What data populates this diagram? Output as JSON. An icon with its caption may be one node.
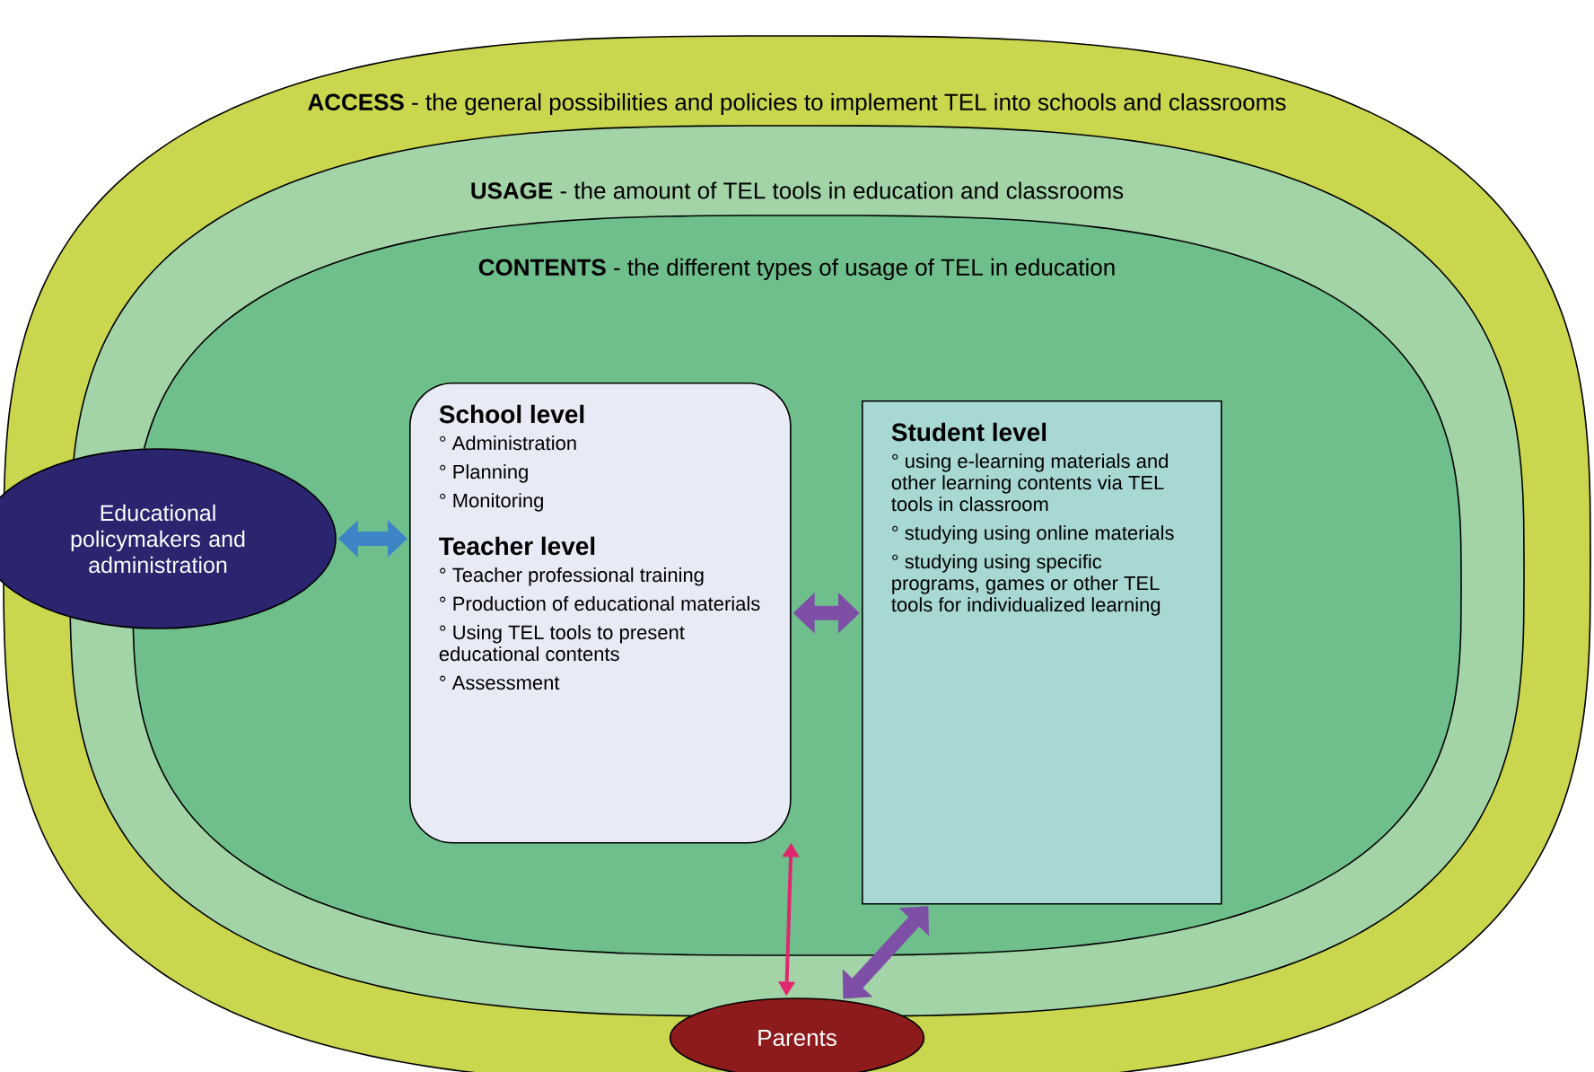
{
  "diagram": {
    "nodes": [
      {
        "text": [
          "**ACCESS** - the general possibilities and policies to implement TEL into schools and classrooms"
        ]
      },
      {
        "text": [
          "**USAGE** - the amount of TEL tools in education and classrooms"
        ],
        "in": 0
      },
      {
        "text": [
          "**CONTENTS** - the different types of usage of TEL in education"
        ],
        "in": 1
      },
      {
        "text": [
          "School level",
          "° Administration",
          "° Planning",
          "° Monitoring",
          "Teacher level",
          "° Teacher professional training",
          "° Production of educational materials",
          "° Using TEL tools to present educational contents",
          "° Assessment"
        ],
        "in": 2
      },
      {
        "text": [
          "Student level",
          "° using e-learning materials and other learning contents via TEL tools in classroom",
          "° studying using online materials",
          "° studying using specific programs, games or other TEL tools for individualized learning"
        ],
        "in": 2
      },
      {
        "text": [
          "Educational policymakers and administration"
        ],
        "in": 0
      },
      {
        "text": [
          "Parents"
        ],
        "in": 0
      }
    ],
    "edges": [
      {
        "from": 5,
        "to": 3,
        "arrow": "both",
        "color": "#3d85c6"
      },
      {
        "from": 3,
        "to": 4,
        "arrow": "both"
      },
      {
        "from": 3,
        "to": 6,
        "arrow": "both",
        "color": "#e0276e"
      },
      {
        "from": 4,
        "to": 6,
        "arrow": "both"
      }
    ]
  }
}
